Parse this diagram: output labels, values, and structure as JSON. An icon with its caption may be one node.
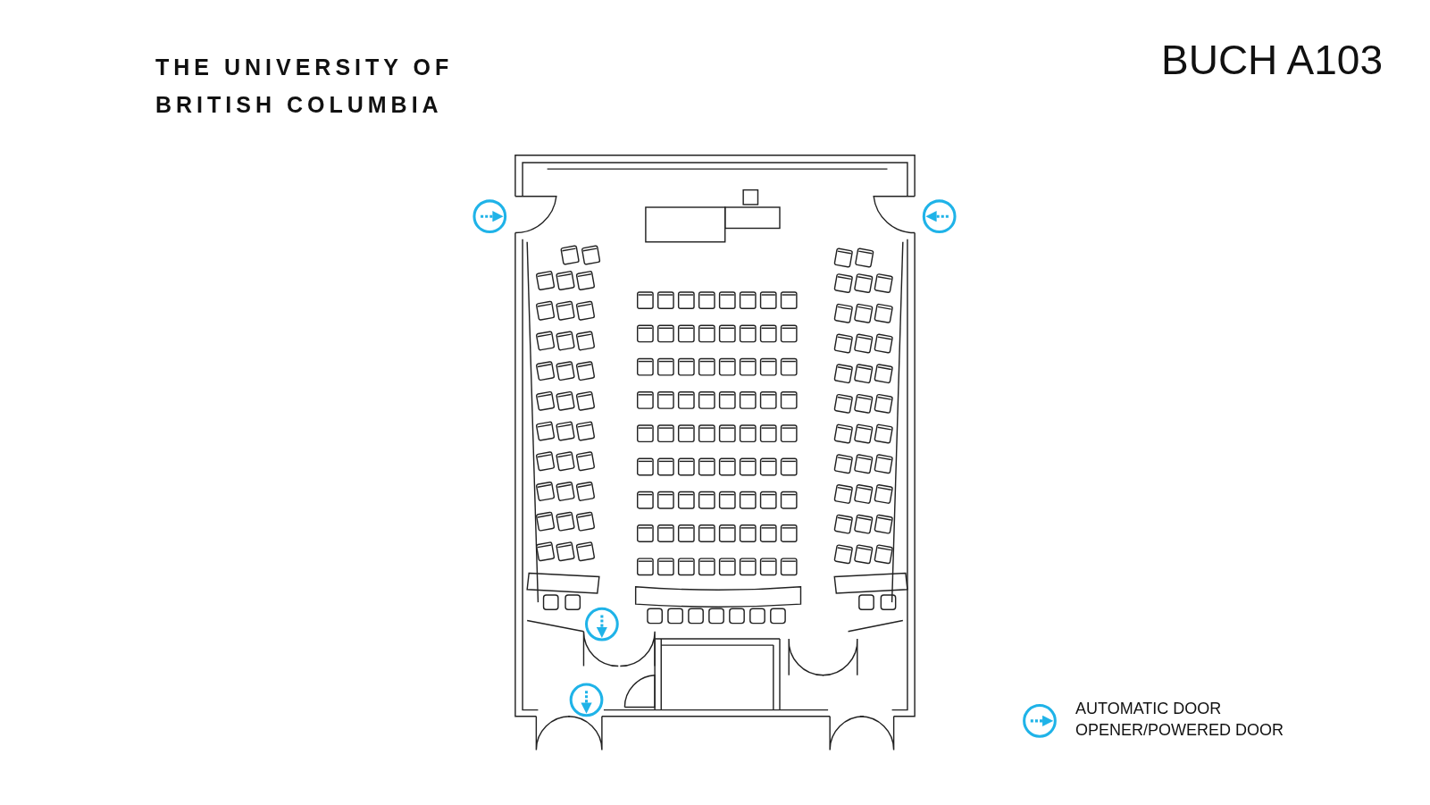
{
  "diagram": {
    "title": "BUCH A103",
    "labels": [
      "THE UNIVERSITY OF BRITISH COLUMBIA"
    ],
    "legend": [
      {
        "text": "AUTOMATIC DOOR OPENER/POWERED DOOR"
      }
    ]
  }
}
